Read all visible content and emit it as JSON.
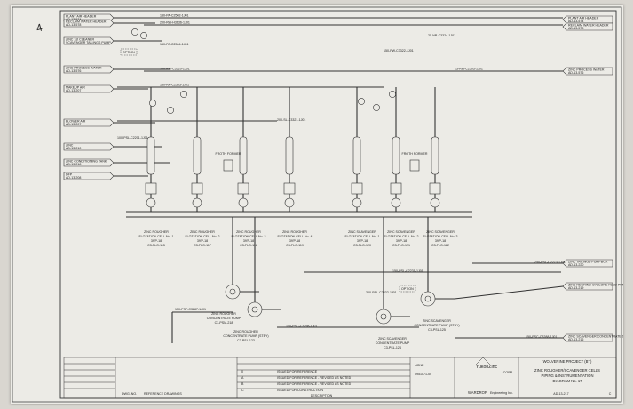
{
  "page": {
    "pen_mark": "4"
  },
  "left_streams": [
    {
      "top": "PLANT AIR HEADER",
      "bottom": "AD-13-574"
    },
    {
      "top": "RECLAIM WATER HEADER",
      "bottom": "AD-13-578"
    },
    {
      "top": "ZINC 1st CLEANER",
      "bottom": "SCAVENGER TAILINGS PUMP",
      "extra": "AD-13-216"
    },
    {
      "top": "ZINC PROCESS WATER",
      "bottom": "AD-13-576"
    },
    {
      "top": "MAKEUP AIR",
      "bottom": "AD-13-207"
    },
    {
      "top": "BLOWER AIR",
      "bottom": "AD-13-207"
    },
    {
      "top": "ZINC",
      "bottom": "AD-13-210"
    },
    {
      "top": "ZINC CONDITIONING TANK",
      "bottom": "AD-13-218"
    },
    {
      "top": "DFP",
      "bottom": "AD-13-208"
    }
  ],
  "right_streams": [
    {
      "top": "PLANT AIR HEADER",
      "bottom": "AD-13-574"
    },
    {
      "top": "RECLAIM WATER HEADER",
      "bottom": "AD-13-578"
    },
    {
      "top": "ZINC PROCESS WATER",
      "bottom": "AD-13-576"
    },
    {
      "top": "ZINC TAILINGS PUMPBOX",
      "bottom": "AD-13-220"
    },
    {
      "top": "ZINC REGRIND CYCLONE FEED PUMPBOX",
      "bottom": "AD-13-219"
    },
    {
      "top": "ZINC SCAVENGER CONCENTRATE SAMPLER",
      "bottom": "AD-13-216"
    }
  ],
  "line_labels": [
    "150-PA-C2502-1J01",
    "200-RW-H3636-1J01",
    "150-PA-C2504-1J01",
    "200-PW-C3320-1J01",
    "150-RA-C2503-1J01",
    "200-SL-C3321-1J01",
    "150-PW-C3322-1J01",
    "25-NR-C3324-1J01",
    "25-RW-C2503-1J01",
    "100-PSL-C2201-1J01",
    "150-PSL-C2231-1J01",
    "300-PSL-C2232-1J01",
    "250-PSL-C2273-1J01",
    "150-PSF-C3287-1J01",
    "150-PSC-C3298-1J01",
    "150-PSC-C3288-1J01"
  ],
  "rougher_cells": [
    {
      "name": "ZINC ROUGHER",
      "number": "FLOTATION CELL No. 1",
      "detail": "39'P-18",
      "tag": "C3-FLO-115"
    },
    {
      "name": "ZINC ROUGHER",
      "number": "FLOTATION CELL No. 2",
      "detail": "39'P-18",
      "tag": "C3-FLO-117"
    },
    {
      "name": "ZINC ROUGHER",
      "number": "FLOTATION CELL No. 3",
      "detail": "39'P-18",
      "tag": "C3-FLO-118"
    },
    {
      "name": "ZINC ROUGHER",
      "number": "FLOTATION CELL No. 4",
      "detail": "39'P-18",
      "tag": "C3-FLO-119"
    }
  ],
  "scavenger_cells": [
    {
      "name": "ZINC SCAVENGER",
      "number": "FLOTATION CELL No. 1",
      "detail": "39'P-18",
      "tag": "C3-FLO-120"
    },
    {
      "name": "ZINC SCAVENGER",
      "number": "FLOTATION CELL No. 2",
      "detail": "39'P-18",
      "tag": "C3-FLO-121"
    },
    {
      "name": "ZINC SCAVENGER",
      "number": "FLOTATION CELL No. 3",
      "detail": "39'P-18",
      "tag": "C3-FLO-122"
    }
  ],
  "froth_labels": [
    "FROTH FORMER",
    "FROTH FORMER"
  ],
  "pumps": [
    {
      "name": "ZINC ROUGHER",
      "line2": "CONCENTRATE PUMP",
      "tag": "C3-PSM-218"
    },
    {
      "name": "ZINC ROUGHER",
      "line2": "CONCENTRATE PUMP (STBY)",
      "tag": "C3-PSL-123"
    },
    {
      "name": "ZINC SCAVENGER",
      "line2": "CONCENTRATE PUMP",
      "tag": "C3-PSL-124"
    },
    {
      "name": "ZINC SCAVENGER",
      "line2": "CONCENTRATE PUMP (STBY)",
      "tag": "C3-PSL-125"
    }
  ],
  "option_labels": [
    "OPTION",
    "OPTION"
  ],
  "title_block": {
    "project": "WOLVERINE PROJECT (BT)",
    "client_logo": "YukonZinc",
    "client_suffix": "CORP",
    "diagram_line1": "ZINC ROUGHER/SCAVENGER CELLS",
    "diagram_line2": "PIPING & INSTRUMENTATION",
    "diagram_line3": "DIAGRAM No. 17",
    "engineer": "WARDROP",
    "engineer_suffix": "Engineering Inc.",
    "drawing_no": "AD-13-217",
    "revision": "C",
    "scale": "NONE",
    "job_no": "0951071-00"
  },
  "revisions": [
    {
      "rev": "C",
      "description": "ISSUED FOR CONSTRUCTION"
    },
    {
      "rev": "B",
      "description": "ISSUED FOR REFERENCE - REVISED AS NOTED"
    },
    {
      "rev": "A",
      "description": "ISSUED FOR REFERENCE - REVISED AS NOTED"
    },
    {
      "rev": "0",
      "description": "ISSUED FOR REFERENCE"
    }
  ],
  "reference_header": "REFERENCE DRAWINGS",
  "description_header": "DESCRIPTION",
  "dwg_header": "DWG. NO."
}
